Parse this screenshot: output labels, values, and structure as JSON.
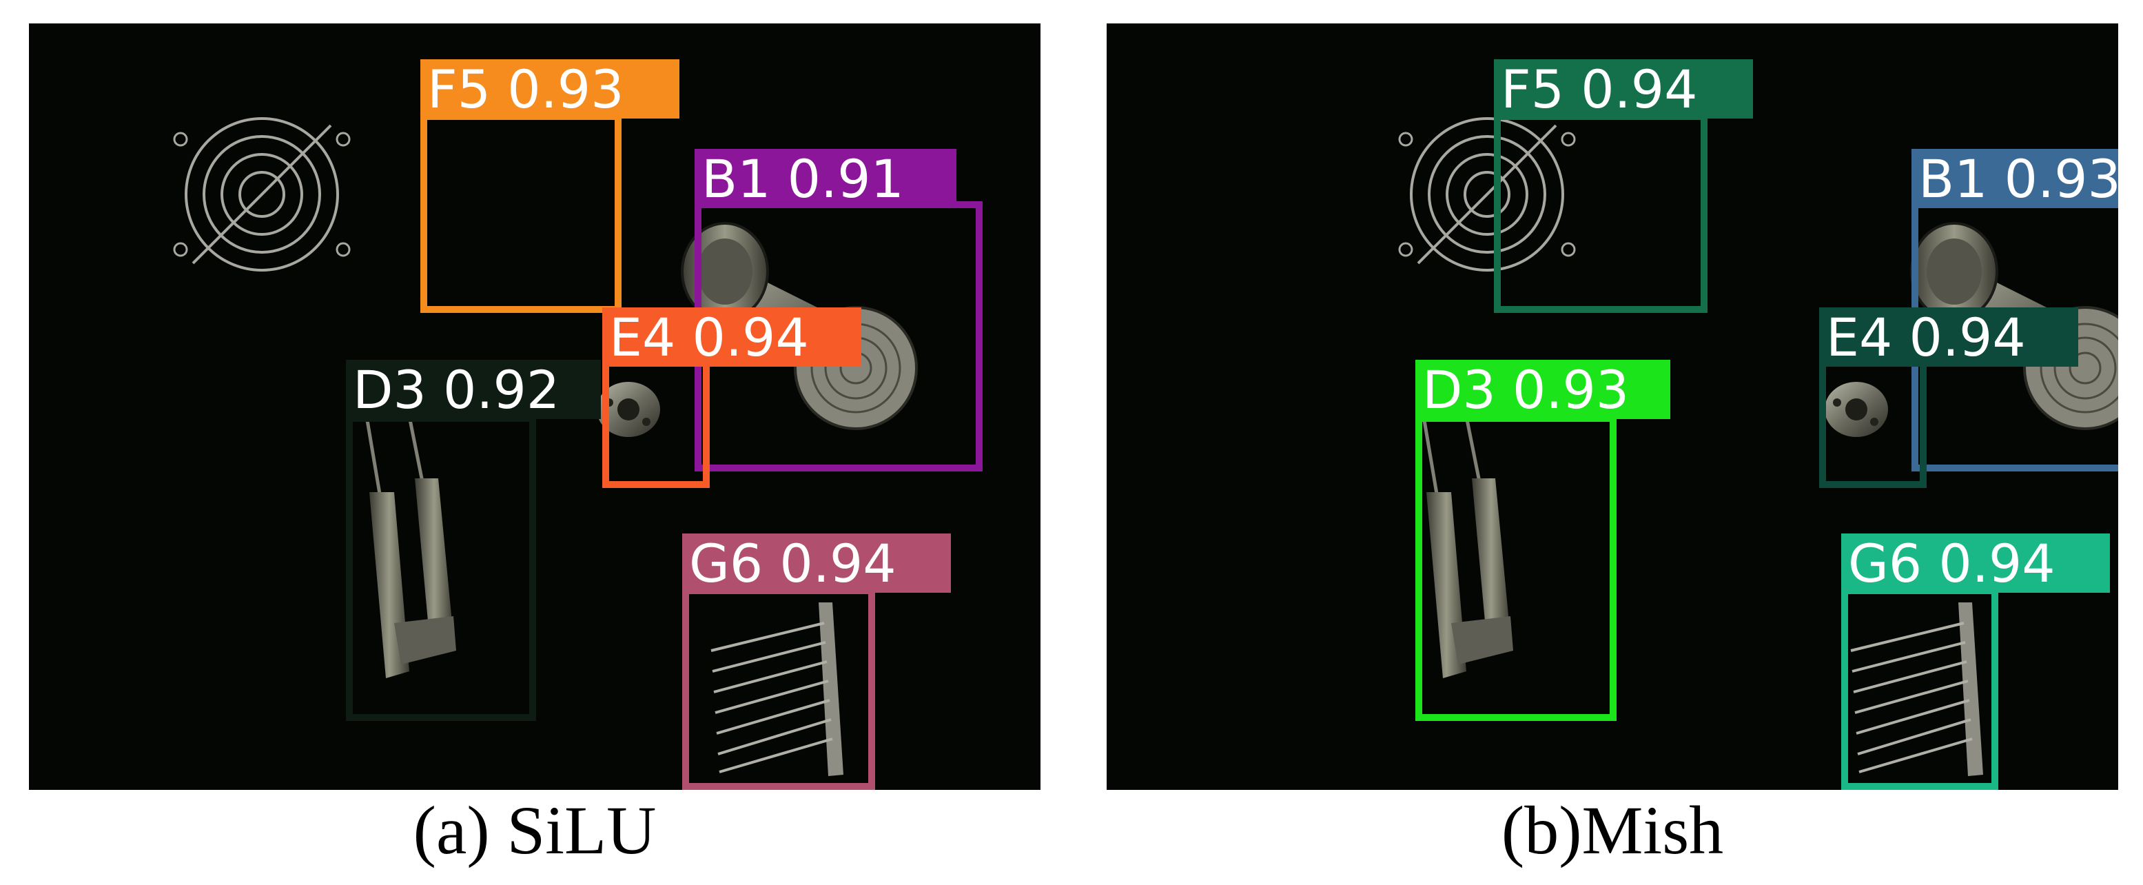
{
  "panels": [
    {
      "caption": "(a) SiLU",
      "detections": [
        {
          "key": "F5",
          "label": "F5",
          "score": "0.93",
          "color": "#f78c1e"
        },
        {
          "key": "B1",
          "label": "B1",
          "score": "0.91",
          "color": "#8c169a"
        },
        {
          "key": "E4",
          "label": "E4",
          "score": "0.94",
          "color": "#f75c28"
        },
        {
          "key": "D3",
          "label": "D3",
          "score": "0.92",
          "color": "#0e1c14"
        },
        {
          "key": "G6",
          "label": "G6",
          "score": "0.94",
          "color": "#b0506e"
        }
      ]
    },
    {
      "caption": "(b)Mish",
      "detections": [
        {
          "key": "F5",
          "label": "F5",
          "score": "0.94",
          "color": "#14704a"
        },
        {
          "key": "B1",
          "label": "B1",
          "score": "0.93",
          "color": "#3c6a96"
        },
        {
          "key": "E4",
          "label": "E4",
          "score": "0.94",
          "color": "#0e4a3c"
        },
        {
          "key": "D3",
          "label": "D3",
          "score": "0.93",
          "color": "#1be41b"
        },
        {
          "key": "G6",
          "label": "G6",
          "score": "0.94",
          "color": "#19b886"
        }
      ]
    }
  ]
}
